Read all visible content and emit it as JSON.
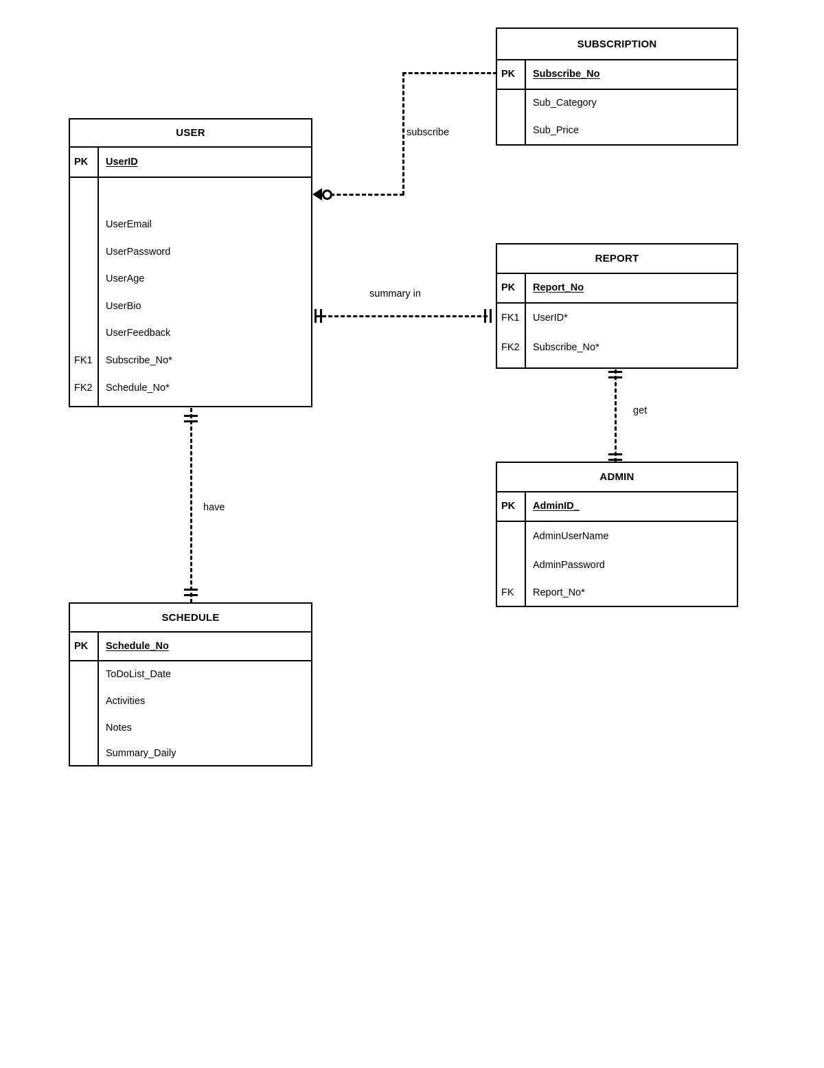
{
  "diagram": {
    "type": "entity-relationship-diagram",
    "notation": "crow's foot"
  },
  "entities": {
    "subscription": {
      "title": "SUBSCRIPTION",
      "pk_key": "PK",
      "pk_attr": "Subscribe_No",
      "attrs": [
        {
          "key": "",
          "name": "Sub_Category"
        },
        {
          "key": "",
          "name": "Sub_Price"
        }
      ]
    },
    "user": {
      "title": "USER",
      "pk_key": "PK",
      "pk_attr": "UserID",
      "attrs": [
        {
          "key": "",
          "name": "UserEmail"
        },
        {
          "key": "",
          "name": "UserPassword"
        },
        {
          "key": "",
          "name": "UserAge"
        },
        {
          "key": "",
          "name": "UserBio"
        },
        {
          "key": "",
          "name": "UserFeedback"
        },
        {
          "key": "FK1",
          "name": "Subscribe_No*"
        },
        {
          "key": "FK2",
          "name": "Schedule_No*"
        }
      ]
    },
    "report": {
      "title": "REPORT",
      "pk_key": "PK",
      "pk_attr": "Report_No",
      "attrs": [
        {
          "key": "FK1",
          "name": "UserID*"
        },
        {
          "key": "FK2",
          "name": "Subscribe_No*"
        }
      ]
    },
    "admin": {
      "title": "ADMIN",
      "pk_key": "PK",
      "pk_attr": "AdminID_",
      "attrs": [
        {
          "key": "",
          "name": "AdminUserName"
        },
        {
          "key": "",
          "name": "AdminPassword"
        },
        {
          "key": "FK",
          "name": "Report_No*"
        }
      ]
    },
    "schedule": {
      "title": "SCHEDULE",
      "pk_key": "PK",
      "pk_attr": "Schedule_No",
      "attrs": [
        {
          "key": "",
          "name": "ToDoList_Date"
        },
        {
          "key": "",
          "name": "Activities"
        },
        {
          "key": "",
          "name": "Notes"
        },
        {
          "key": "",
          "name": "Summary_Daily"
        }
      ]
    }
  },
  "relationships": [
    {
      "id": "subscribe",
      "label": "subscribe",
      "from": "USER",
      "to": "SUBSCRIPTION",
      "from_cardinality": "zero-or-many",
      "to_cardinality": "plain"
    },
    {
      "id": "summary-in",
      "label": "summary in",
      "from": "USER",
      "to": "REPORT",
      "from_cardinality": "one-and-only-one",
      "to_cardinality": "one-and-only-one"
    },
    {
      "id": "get",
      "label": "get",
      "from": "REPORT",
      "to": "ADMIN",
      "from_cardinality": "one-and-only-one",
      "to_cardinality": "one-and-only-one"
    },
    {
      "id": "have",
      "label": "have",
      "from": "USER",
      "to": "SCHEDULE",
      "from_cardinality": "one-and-only-one",
      "to_cardinality": "one-and-only-one"
    }
  ],
  "colors": {
    "line": "#000000",
    "background": "#ffffff"
  }
}
